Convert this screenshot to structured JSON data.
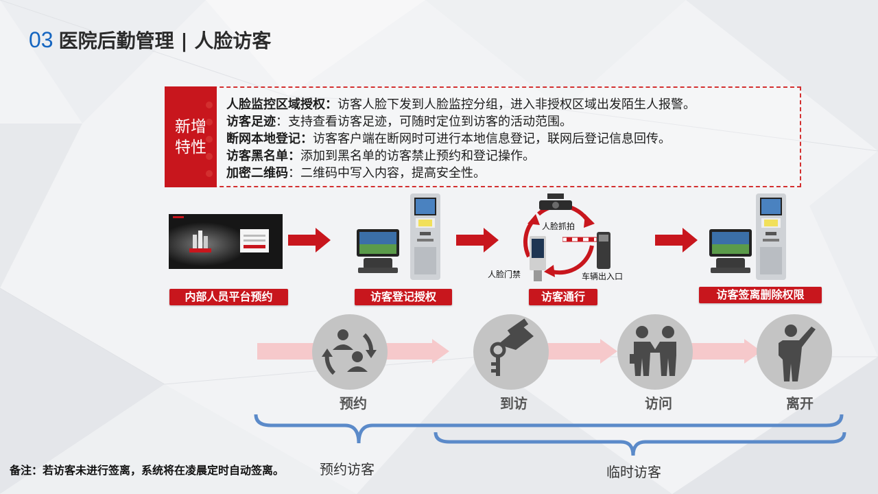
{
  "header": {
    "number": "03",
    "title": "医院后勤管理 | 人脸访客"
  },
  "features": {
    "tag": "新增特性",
    "items": [
      {
        "key": "人脸监控区域授权：",
        "desc": "访客人脸下发到人脸监控分组，进入非授权区域出发陌生人报警。"
      },
      {
        "key": "访客足迹",
        "desc": "：支持查看访客足迹，可随时定位到访客的活动范围。"
      },
      {
        "key": "断网本地登记：",
        "desc": "访客客户端在断网时可进行本地信息登记，联网后登记信息回传。"
      },
      {
        "key": "访客黑名单：",
        "desc": "添加到黑名单的访客禁止预约和登记操作。"
      },
      {
        "key": "加密二维码",
        "desc": "：二维码中写入内容，提高安全性。"
      }
    ]
  },
  "flow": {
    "steps": [
      {
        "label": "内部人员平台预约"
      },
      {
        "label": "访客登记授权"
      },
      {
        "label": "访客通行"
      },
      {
        "label": "访客签离删除权限"
      }
    ],
    "cycle_labels": {
      "capture": "人脸抓拍",
      "door": "人脸门禁",
      "vehicle": "车辆出入口"
    }
  },
  "phases": [
    {
      "label": "预约",
      "icon": "reservation-cycle-icon"
    },
    {
      "label": "到访",
      "icon": "key-hand-icon"
    },
    {
      "label": "访问",
      "icon": "handshake-icon"
    },
    {
      "label": "离开",
      "icon": "leaving-person-icon"
    }
  ],
  "groups": {
    "reserved": "预约访客",
    "temporary": "临时访客"
  },
  "note": "备注：若访客未进行签离，系统将在凌晨定时自动签离。",
  "colors": {
    "accent_red": "#c8161d",
    "title_blue": "#1565c0",
    "brace_blue": "#5b8ac9",
    "circle_gray": "#c4c4c4"
  }
}
